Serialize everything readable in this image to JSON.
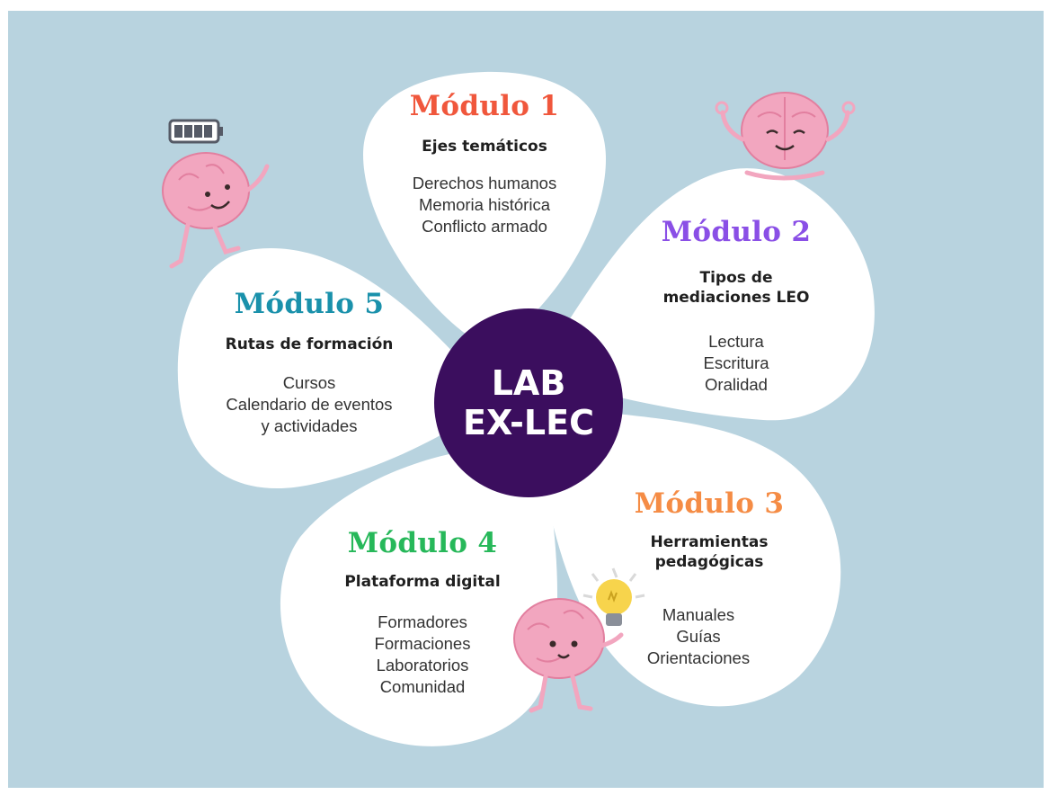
{
  "colors": {
    "background": "#b8d3df",
    "petal": "#ffffff",
    "center": "#3b0e5e",
    "module1": "#f0573c",
    "module2": "#8a4fe6",
    "module3": "#f58c45",
    "module4": "#27b85a",
    "module5": "#1a91ab",
    "brain": "#f2a6bf"
  },
  "center": {
    "line1": "LAB",
    "line2": "EX-LEC"
  },
  "modules": [
    {
      "title": "Módulo 1",
      "subtitle": "Ejes temáticos",
      "items": [
        "Derechos humanos",
        "Memoria histórica",
        "Conflicto armado"
      ]
    },
    {
      "title": "Módulo 2",
      "subtitle": "Tipos de mediaciones LEO",
      "items": [
        "Lectura",
        "Escritura",
        "Oralidad"
      ]
    },
    {
      "title": "Módulo 3",
      "subtitle": "Herramientas pedagógicas",
      "items": [
        "Manuales",
        "Guías",
        "Orientaciones"
      ]
    },
    {
      "title": "Módulo 4",
      "subtitle": "Plataforma digital",
      "items": [
        "Formadores",
        "Formaciones",
        "Laboratorios",
        "Comunidad"
      ]
    },
    {
      "title": "Módulo 5",
      "subtitle": "Rutas de formación",
      "items": [
        "Cursos",
        "Calendario de eventos",
        "y actividades"
      ]
    }
  ],
  "decorations": [
    "brain-battery-icon",
    "brain-meditating-icon",
    "brain-lightbulb-icon"
  ]
}
